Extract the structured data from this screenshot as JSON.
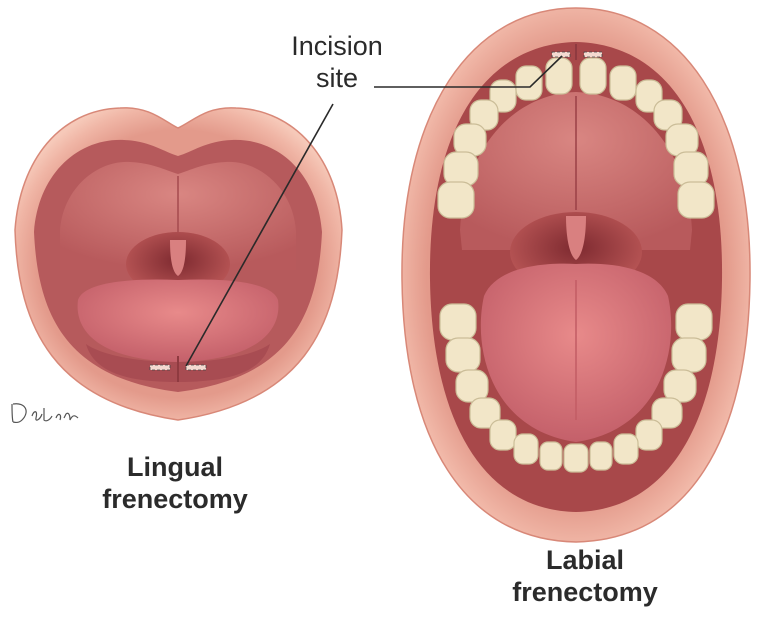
{
  "callout": {
    "line1": "Incision",
    "line2": "site"
  },
  "labels": {
    "lingual": {
      "line1": "Lingual",
      "line2": "frenectomy"
    },
    "labial": {
      "line1": "Labial",
      "line2": "frenectomy"
    }
  },
  "signature": {
    "text": "D.Lin"
  },
  "colors": {
    "lip": "#e8a090",
    "lip_dark": "#c9786a",
    "mouth_interior": "#a8484a",
    "palate": "#d27a78",
    "tongue": "#d9767a",
    "teeth": "#f2e6c8",
    "callout_line": "#2a2a2a"
  }
}
